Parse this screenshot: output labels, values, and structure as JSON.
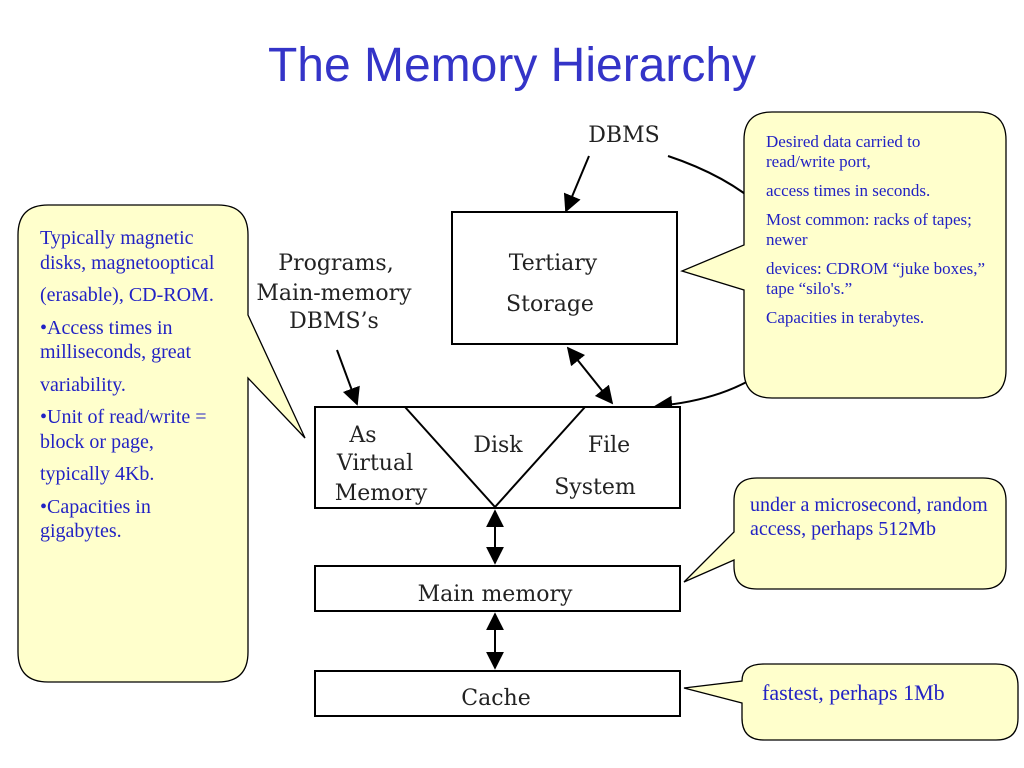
{
  "title": "The Memory Hierarchy",
  "diagram": {
    "dbms_label": "DBMS",
    "programs_label_lines": [
      "Programs,",
      "Main-memory",
      "DBMS’s"
    ],
    "tertiary_lines": [
      "Tertiary",
      "Storage"
    ],
    "as_virtual_memory_lines": [
      "As",
      "Virtual",
      "Memory"
    ],
    "disk_label": "Disk",
    "file_system_lines": [
      "File",
      "System"
    ],
    "main_memory_label": "Main memory",
    "cache_label": "Cache"
  },
  "callouts": {
    "left": [
      "Typically magnetic disks, magnetooptical",
      "(erasable), CD-ROM.",
      "•Access times in milliseconds, great",
      "variability.",
      "•Unit of read/write = block or page,",
      "typically 4Kb.",
      "•Capacities in gigabytes."
    ],
    "tertiary": [
      "Desired data carried to read/write port,",
      "access times in seconds.",
      "Most common: racks of tapes; newer",
      "devices: CDROM “juke boxes,” tape “silo's.”",
      "Capacities in terabytes."
    ],
    "main_memory": "under a microsecond, random access, perhaps 512Mb",
    "cache": "fastest, perhaps 1Mb"
  },
  "colors": {
    "title": "#3434c8",
    "callout_text": "#2222c4",
    "callout_fill": "#ffffcc"
  }
}
